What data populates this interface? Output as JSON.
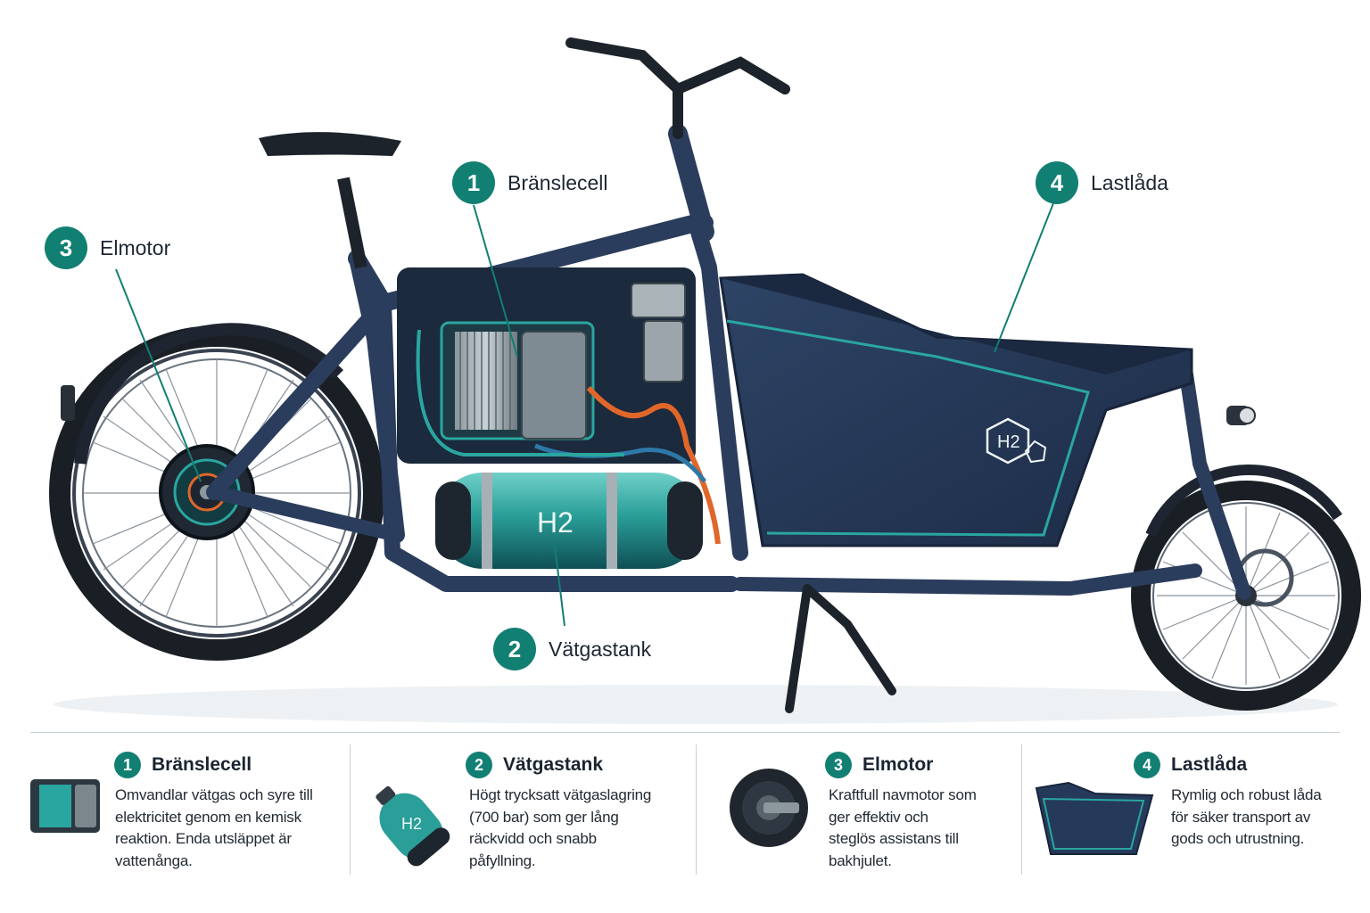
{
  "callouts": [
    {
      "number": "1",
      "label": "Bränslecell"
    },
    {
      "number": "2",
      "label": "Vätgastank"
    },
    {
      "number": "3",
      "label": "Elmotor"
    },
    {
      "number": "4",
      "label": "Lastlåda"
    }
  ],
  "tank_mark": "H2",
  "box_logo": "H2",
  "legend": [
    {
      "number": "1",
      "title": "Bränslecell",
      "lines": [
        "Omvandlar vätgas och syre till",
        "elektricitet genom en kemisk",
        "reaktion. Enda utsläppet är",
        "vattenånga."
      ]
    },
    {
      "number": "2",
      "title": "Vätgastank",
      "lines": [
        "Högt trycksatt vätgaslagring",
        "(700 bar) som ger lång",
        "räckvidd och snabb",
        "påfyllning."
      ]
    },
    {
      "number": "3",
      "title": "Elmotor",
      "lines": [
        "Kraftfull navmotor som",
        "ger effektiv och",
        "steglös assistans till",
        "bakhjulet."
      ]
    },
    {
      "number": "4",
      "title": "Lastlåda",
      "lines": [
        "Rymlig och robust låda",
        "för säker transport av",
        "gods och utrustning."
      ]
    }
  ],
  "colors": {
    "accent": "#127f73",
    "frame": "#2b3d5c",
    "box": "#263a58",
    "teal": "#2aa6a0",
    "hose": "#e0662a"
  }
}
